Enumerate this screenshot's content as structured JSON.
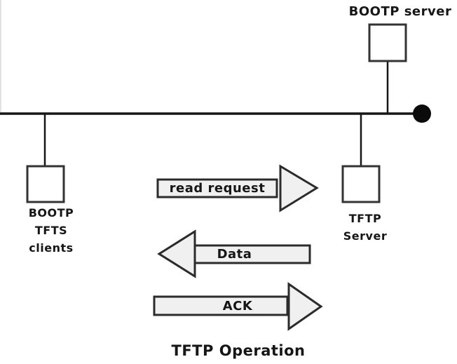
{
  "diagram": {
    "title": "TFTP Operation",
    "bootp_server": {
      "label": "BOOTP server"
    },
    "clients": {
      "label_line1": "BOOTP",
      "label_line2": "TFTS",
      "label_line3": "clients"
    },
    "tftp_server": {
      "label_line1": "TFTP",
      "label_line2": "Server"
    },
    "arrows": [
      {
        "label": "read request",
        "direction": "right",
        "from": "clients",
        "to": "tftp-server"
      },
      {
        "label": "Data",
        "direction": "left",
        "from": "tftp-server",
        "to": "clients"
      },
      {
        "label": "ACK",
        "direction": "right",
        "from": "clients",
        "to": "tftp-server"
      }
    ],
    "colors": {
      "background": "#ffffff",
      "line_stroke": "#161616",
      "box_stroke": "#333333",
      "arrow_stroke": "#2b2b2b",
      "arrow_fill": "#f0f0f0",
      "terminator_fill": "#0b0b0b",
      "text": "#161616"
    }
  }
}
